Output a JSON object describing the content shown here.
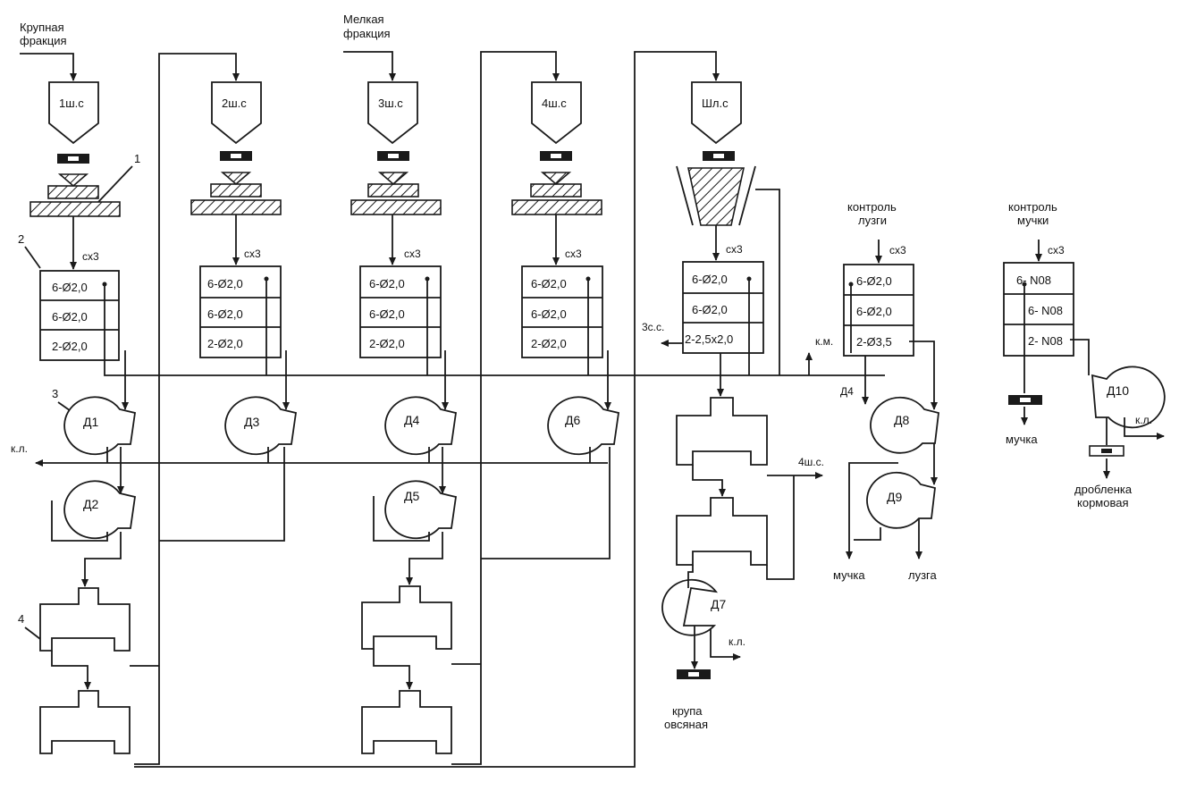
{
  "inputs": {
    "coarse": "Крупная фракция",
    "fine": "Мелкая фракция"
  },
  "hoppers": [
    "1ш.с",
    "2ш.с",
    "3ш.с",
    "4ш.с",
    "Шл.с"
  ],
  "callouts": [
    "1",
    "2",
    "3",
    "4"
  ],
  "sieve_label": "сх3",
  "sifters": [
    {
      "cells": [
        "6-Ø2,0",
        "6-Ø2,0",
        "2-Ø2,0"
      ]
    },
    {
      "cells": [
        "6-Ø2,0",
        "6-Ø2,0",
        "2-Ø2,0"
      ]
    },
    {
      "cells": [
        "6-Ø2,0",
        "6-Ø2,0",
        "2-Ø2,0"
      ]
    },
    {
      "cells": [
        "6-Ø2,0",
        "6-Ø2,0",
        "2-Ø2,0"
      ]
    },
    {
      "cells": [
        "6-Ø2,0",
        "6-Ø2,0",
        "2-2,5х2,0"
      ]
    },
    {
      "title": "контроль лузги",
      "cells": [
        "6-Ø2,0",
        "6-Ø2,0",
        "2-Ø3,5"
      ]
    },
    {
      "title": "контроль мучки",
      "cells": [
        "6- N08",
        "6- N08",
        "2- N08"
      ]
    }
  ],
  "aspirators": [
    "Д1",
    "Д2",
    "Д3",
    "Д4",
    "Д5",
    "Д6",
    "Д7",
    "Д8",
    "Д9",
    "Д10"
  ],
  "flow_labels": {
    "kl": "к.л.",
    "km": "к.м.",
    "to_3sc": "3с.с.",
    "to_4sh": "4ш.с.",
    "to_d4": "Д4"
  },
  "outputs": {
    "groats": "крупа овсяная",
    "flour": "мучка",
    "husk": "лузга",
    "feed": "дробленка кормовая"
  }
}
